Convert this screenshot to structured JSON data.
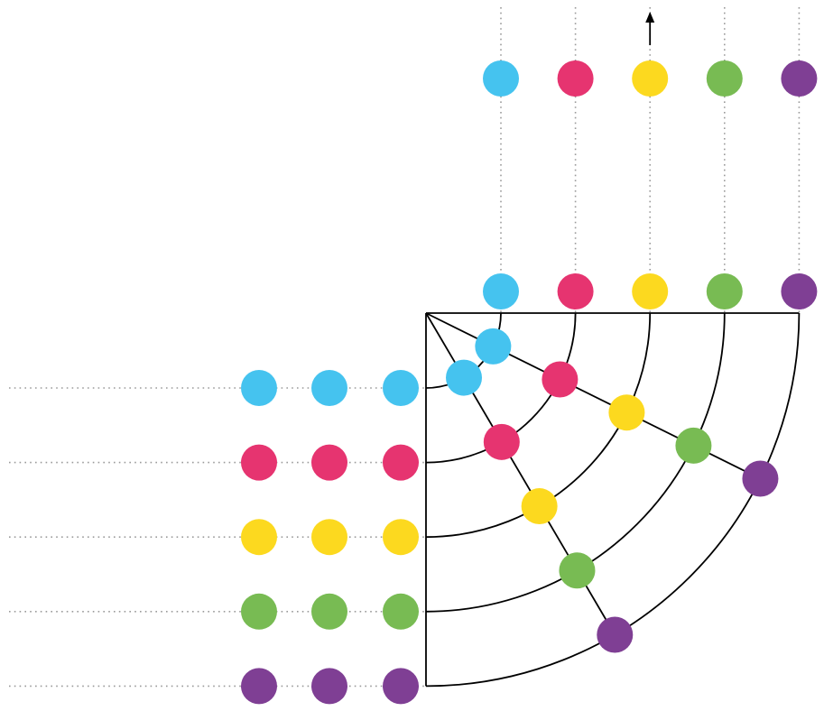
{
  "colors": {
    "cyan": "#45c3ef",
    "pink": "#e63470",
    "yellow": "#fcd91f",
    "green": "#78bb53",
    "purple": "#7f3f94",
    "line": "#000000",
    "guide": "#9a9a9a"
  },
  "diagram": {
    "lanes": [
      "cyan",
      "pink",
      "yellow",
      "green",
      "purple"
    ],
    "queue_columns": 3,
    "corner_spokes": 2,
    "exit_rows": 2,
    "arrow_icon": "arrow-up-icon"
  }
}
